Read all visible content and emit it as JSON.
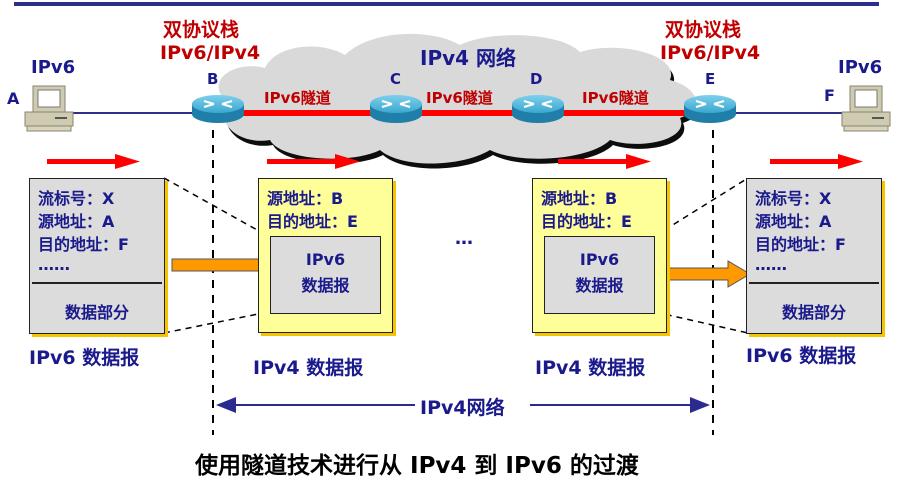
{
  "colors": {
    "navy": "#1a1a8c",
    "red": "#c00000",
    "tunnel_red": "#ff0000",
    "cloud": "#d9d9d9",
    "yellow_box": "#ffff99",
    "grey_box": "#dcdcdc",
    "orange_arrow": "#ff9900",
    "router": "#2a8fb5"
  },
  "network": {
    "cloud_label": "IPv4 网络",
    "dual_stack_left": {
      "title": "双协议栈",
      "subtitle": "IPv6/IPv4"
    },
    "dual_stack_right": {
      "title": "双协议栈",
      "subtitle": "IPv6/IPv4"
    },
    "host_left": {
      "label": "IPv6",
      "node": "A"
    },
    "host_right": {
      "label": "IPv6",
      "node": "F"
    },
    "routers": [
      "B",
      "C",
      "D",
      "E"
    ],
    "tunnel_label": "IPv6隧道"
  },
  "packets": {
    "ipv6_left": {
      "fields": [
        "流标号：X",
        "源地址：A",
        "目的地址：F",
        "……"
      ],
      "payload": "数据部分",
      "caption": "IPv6 数据报"
    },
    "ipv4_first": {
      "fields": [
        "源地址：B",
        "目的地址：E"
      ],
      "inner_line1": "IPv6",
      "inner_line2": "数据报",
      "caption": "IPv4 数据报"
    },
    "ellipsis": "…",
    "ipv4_second": {
      "fields": [
        "源地址：B",
        "目的地址：E"
      ],
      "inner_line1": "IPv6",
      "inner_line2": "数据报",
      "caption": "IPv4 数据报"
    },
    "ipv6_right": {
      "fields": [
        "流标号：X",
        "源地址：A",
        "目的地址：F",
        "……"
      ],
      "payload": "数据部分",
      "caption": "IPv6 数据报"
    }
  },
  "span_label": "IPv4网络",
  "title": "使用隧道技术进行从 IPv4 到 IPv6 的过渡"
}
